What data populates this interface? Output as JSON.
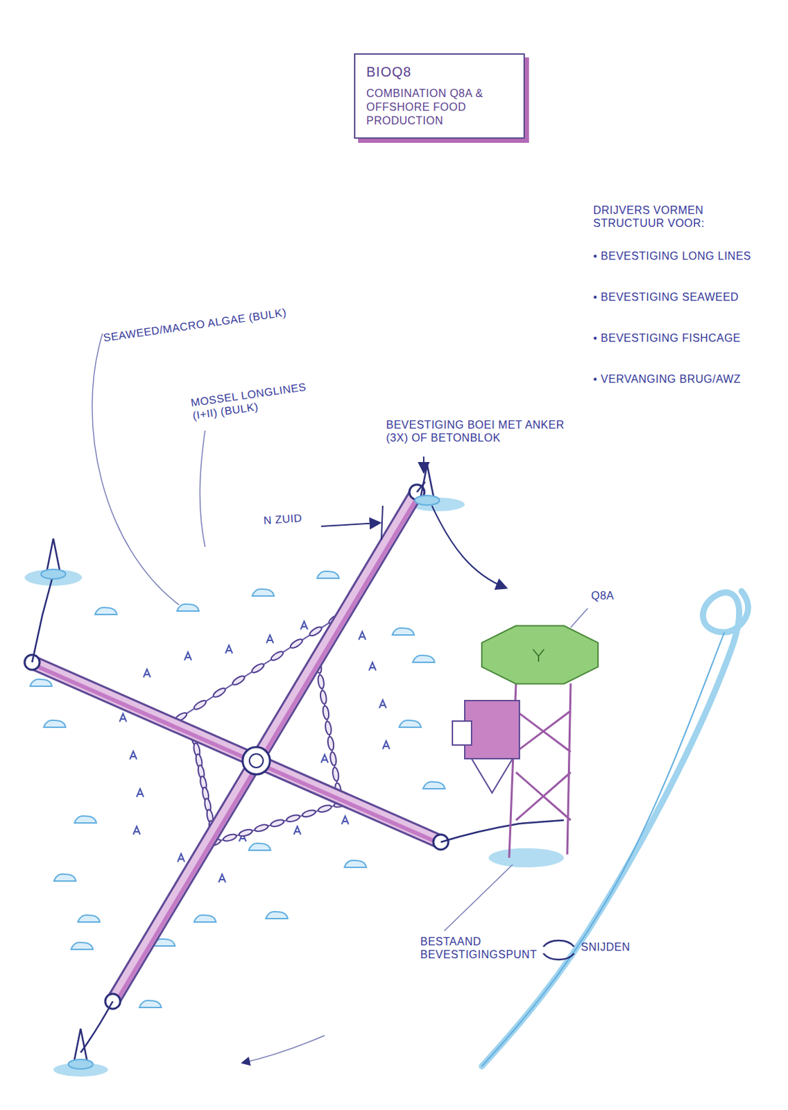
{
  "diagram": {
    "nodes": [
      {
        "text": [
          "BIOQ8",
          "COMBINATION Q8A & OFFSHORE FOOD PRODUCTION"
        ]
      }
    ],
    "labels": [
      "DRIJVERS VORMEN STRUCTUUR VOOR:",
      "• BEVESTIGING LONG LINES",
      "• BEVESTIGING SEAWEED",
      "• BEVESTIGING FISHCAGE",
      "• VERVANGING BRUG/AWZ",
      "SEAWEED/MACRO ALGAE (BULK)",
      "MOSSEL LONGLINES (I+II) (BULK)",
      "BEVESTIGING BOEI MET ANKER (3X) OF BETONBLOK",
      "N ZUID",
      "Q8A",
      "BESTAAND BEVESTIGINGSPUNT",
      "SNIJDEN"
    ]
  }
}
